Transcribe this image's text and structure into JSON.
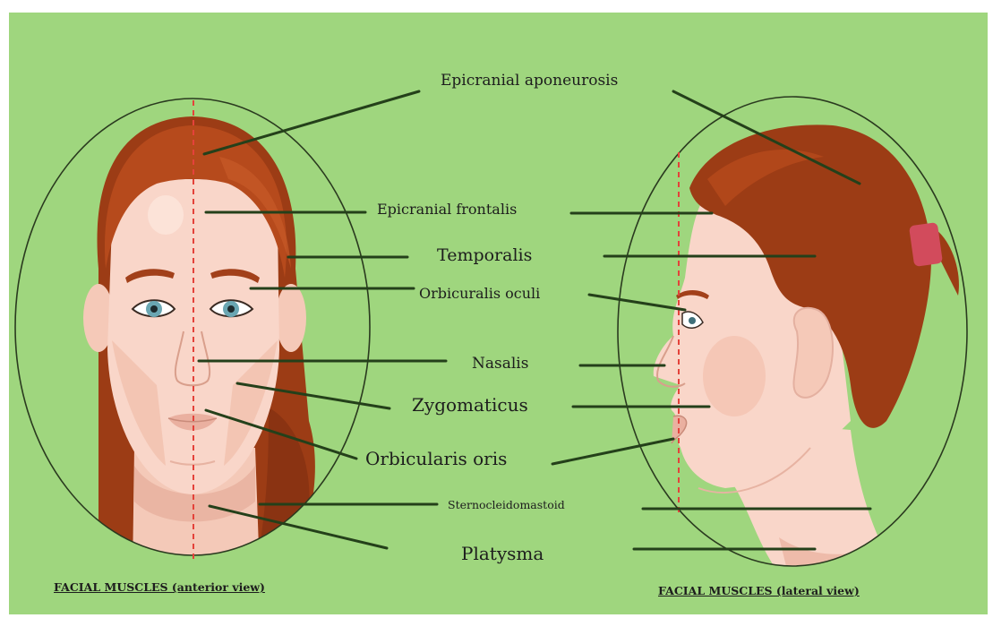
{
  "colors": {
    "background": "#9fd67e",
    "hair": "#9c3c15",
    "hair_light": "#b64a1c",
    "skin": "#f9d6c9",
    "skin_shadow": "#eebbaa",
    "leader_line": "#24401a",
    "midline": "#e4423a",
    "hair_tie": "#d24b5c"
  },
  "labels": {
    "epicranial_aponeurosis": "Epicranial aponeurosis",
    "epicranial_frontalis": "Epicranial frontalis",
    "temporalis": "Temporalis",
    "orbicularis_oculi": "Orbicuralis oculi",
    "nasalis": "Nasalis",
    "zygomaticus": "Zygomaticus",
    "orbicularis_oris": "Orbicularis oris",
    "sternocleidomastoid": "Sternocleidomastoid",
    "platysma": "Platysma"
  },
  "captions": {
    "anterior": "FACIAL MUSCLES (anterior view)",
    "lateral": "FACIAL MUSCLES (lateral view)"
  }
}
